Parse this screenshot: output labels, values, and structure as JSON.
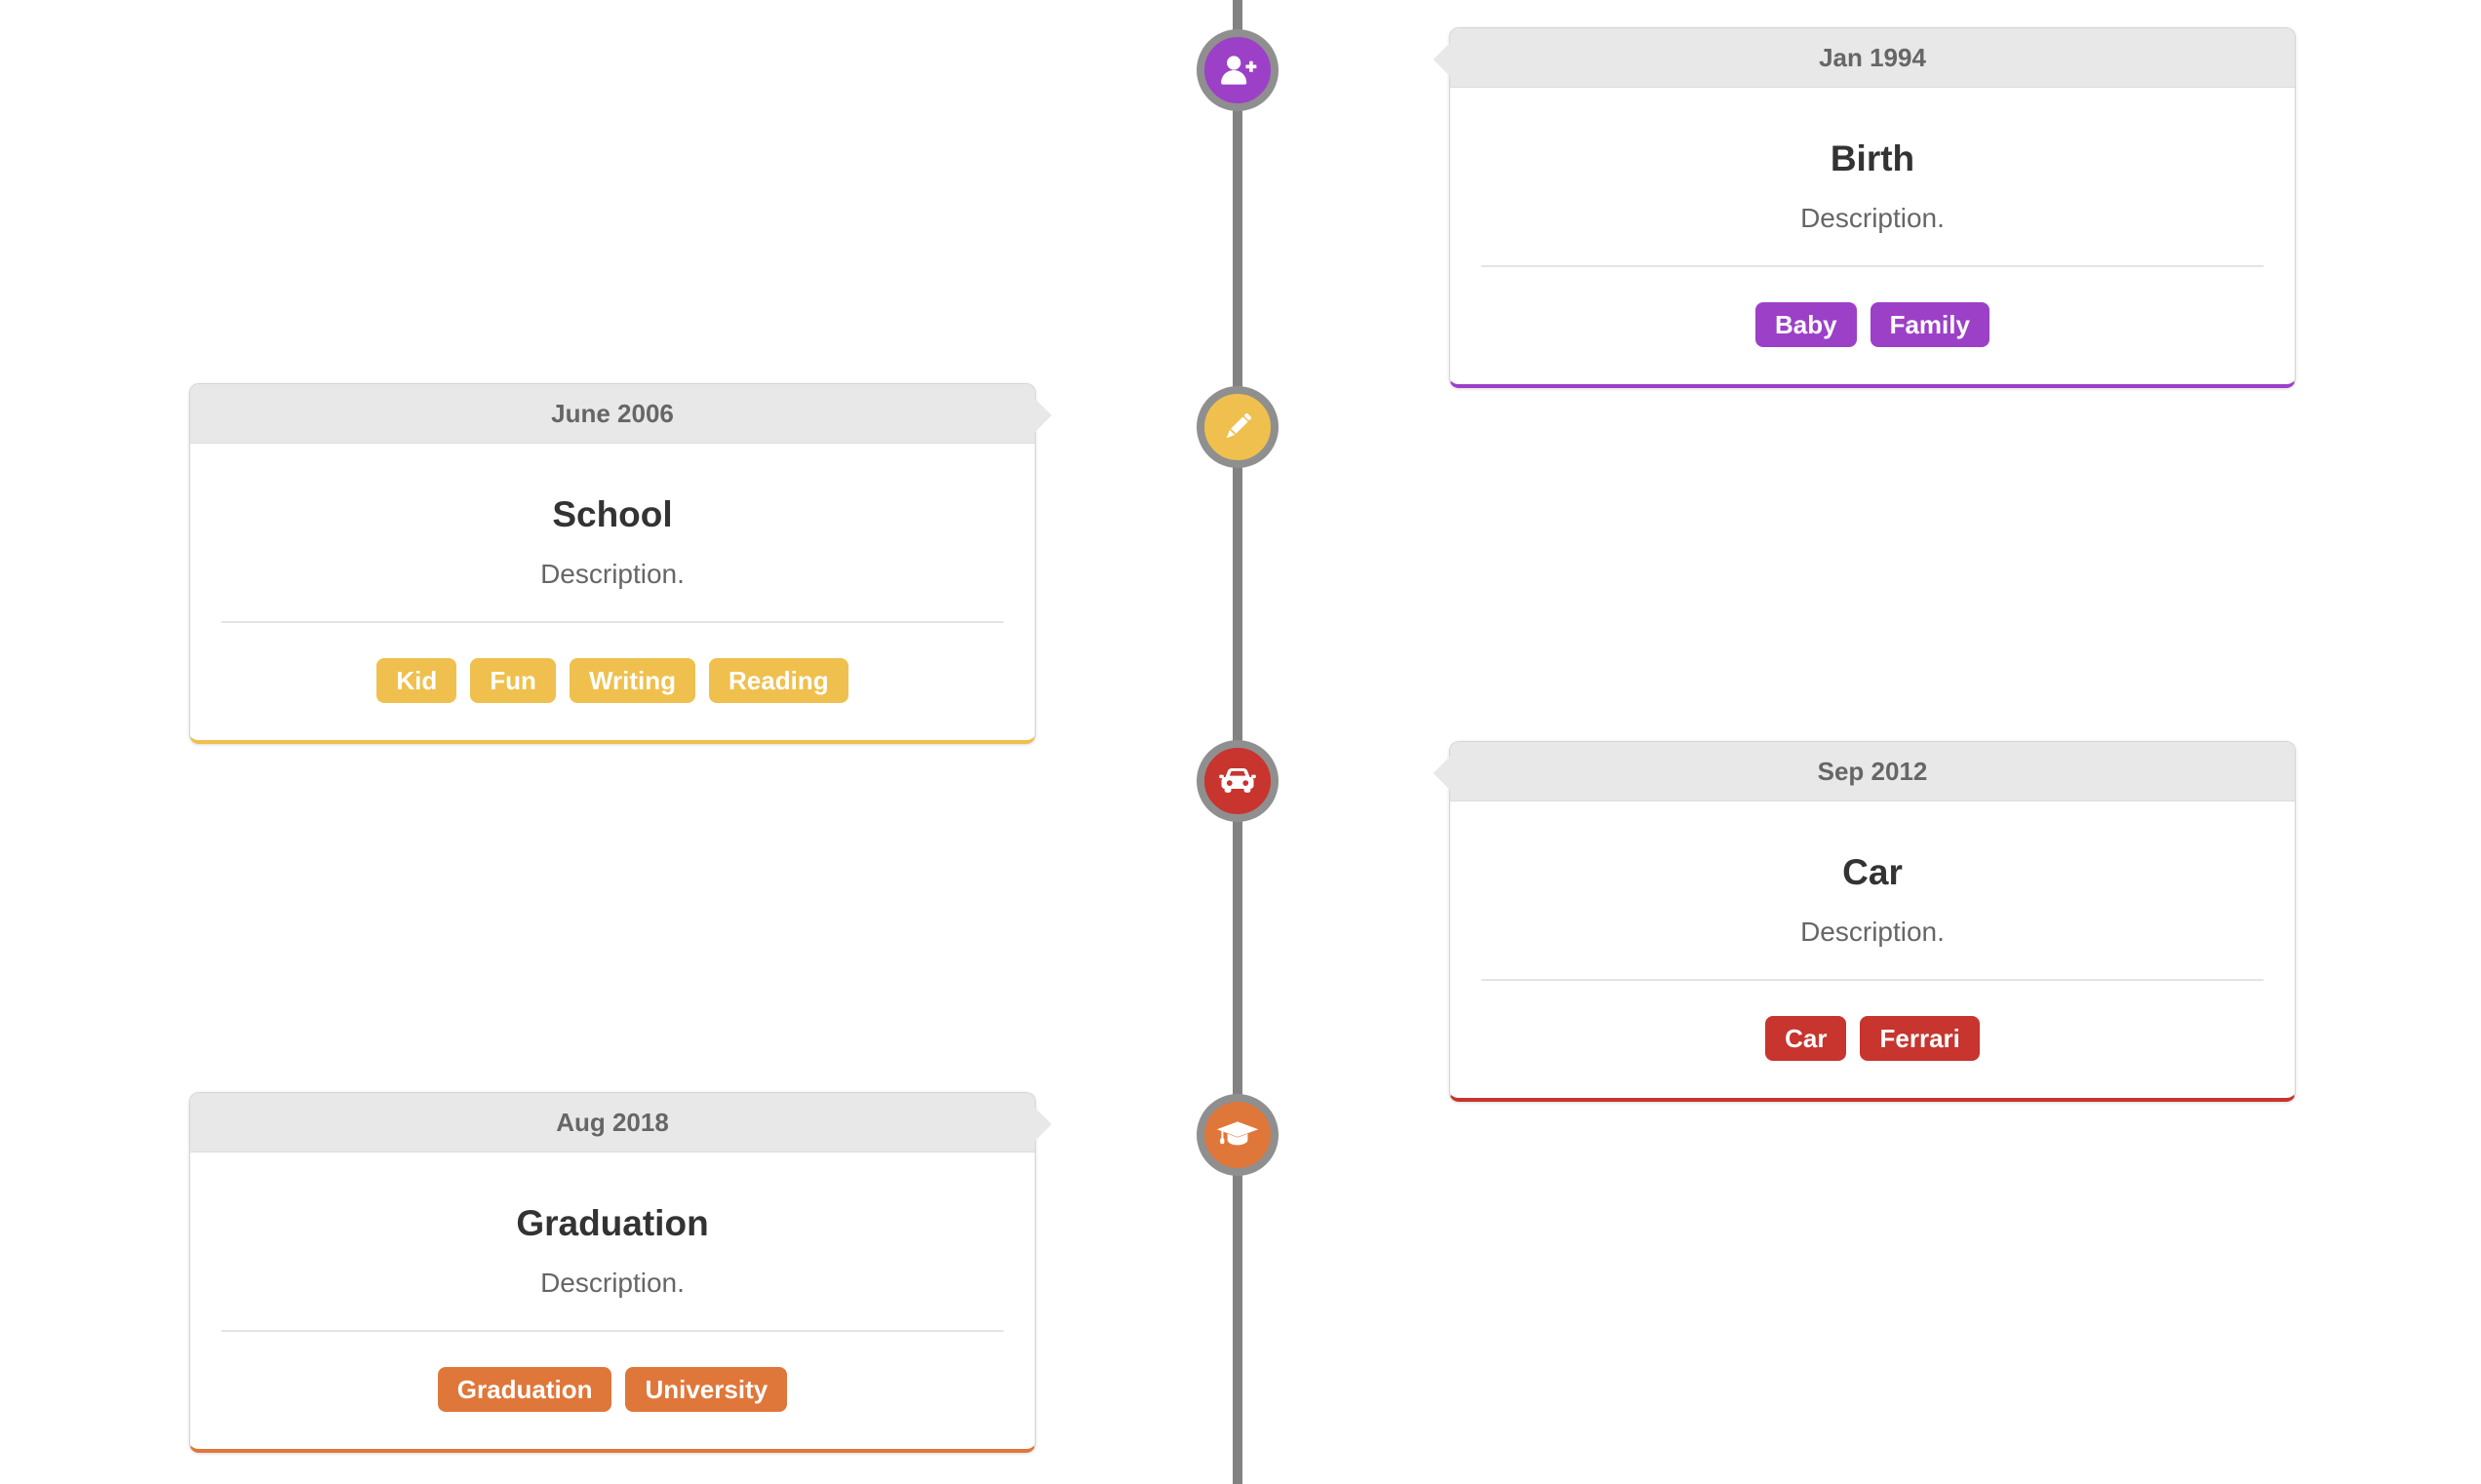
{
  "theme": {
    "timeline_line_color": "#828282",
    "marker_border_color": "#8f8f8f",
    "card_header_bg": "#e8e8e8",
    "card_border_color": "#d5d5d5"
  },
  "timeline": {
    "events": [
      {
        "id": "birth",
        "side": "right",
        "date": "Jan 1994",
        "title": "Birth",
        "description": "Description.",
        "tags": [
          "Baby",
          "Family"
        ],
        "color": "#9c40c8",
        "icon": "user-plus-icon"
      },
      {
        "id": "school",
        "side": "left",
        "date": "June 2006",
        "title": "School",
        "description": "Description.",
        "tags": [
          "Kid",
          "Fun",
          "Writing",
          "Reading"
        ],
        "color": "#efc04e",
        "icon": "pencil-icon"
      },
      {
        "id": "car",
        "side": "right",
        "date": "Sep 2012",
        "title": "Car",
        "description": "Description.",
        "tags": [
          "Car",
          "Ferrari"
        ],
        "color": "#c8342e",
        "icon": "car-icon"
      },
      {
        "id": "graduation",
        "side": "left",
        "date": "Aug 2018",
        "title": "Graduation",
        "description": "Description.",
        "tags": [
          "Graduation",
          "University"
        ],
        "color": "#e0773a",
        "icon": "graduation-cap-icon"
      }
    ]
  }
}
